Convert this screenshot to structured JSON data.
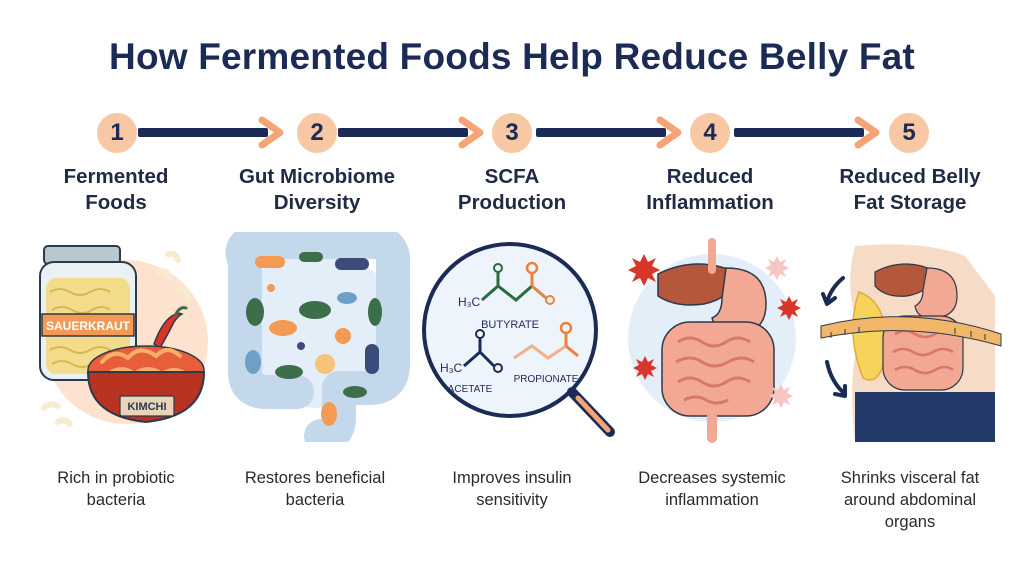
{
  "title": "How Fermented Foods Help Reduce Belly Fat",
  "steps": [
    {
      "number": "1",
      "title_line1": "Fermented",
      "title_line2": "Foods",
      "desc_line1": "Rich in probiotic",
      "desc_line2": "bacteria",
      "desc_line3": "",
      "labels": {
        "jar": "SAUERKRAUT",
        "bowl": "KIMCHI"
      }
    },
    {
      "number": "2",
      "title_line1": "Gut Microbiome",
      "title_line2": "Diversity",
      "desc_line1": "Restores beneficial",
      "desc_line2": "bacteria",
      "desc_line3": ""
    },
    {
      "number": "3",
      "title_line1": "SCFA",
      "title_line2": "Production",
      "desc_line1": "Improves insulin",
      "desc_line2": "sensitivity",
      "desc_line3": "",
      "labels": {
        "butyrate": "BUTYRATE",
        "acetate": "ACETATE",
        "propionate": "PROPIONATE",
        "h3c_top": "H₃C",
        "h3c_left": "H₃C"
      }
    },
    {
      "number": "4",
      "title_line1": "Reduced",
      "title_line2": "Inflammation",
      "desc_line1": "Decreases systemic",
      "desc_line2": "inflammation",
      "desc_line3": ""
    },
    {
      "number": "5",
      "title_line1": "Reduced Belly",
      "title_line2": "Fat Storage",
      "desc_line1": "Shrinks visceral fat",
      "desc_line2": "around abdominal",
      "desc_line3": "organs"
    }
  ],
  "colors": {
    "title": "#1b2b55",
    "arrow": "#1b2b55",
    "step_circle": "#f8c8a4",
    "arrow_head": "#f4a477",
    "accent_orange": "#e9823e",
    "intestine": "#f2a893",
    "gut_blue": "#d9e8f5",
    "bacteria_green": "#3c6e4a"
  }
}
